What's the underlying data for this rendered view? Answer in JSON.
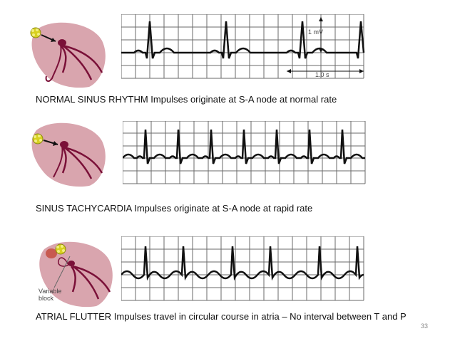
{
  "panels": [
    {
      "caption": "NORMAL SINUS RHYTHM  Impulses originate at S-A node at normal rate",
      "scale_amplitude": "1 mV",
      "scale_time": "1.0 s"
    },
    {
      "caption": "SINUS TACHYCARDIA Impulses originate at S-A node at rapid rate"
    },
    {
      "caption": "ATRIAL FLUTTER Impulses travel in circular course in atria – No interval between T and P",
      "heart_label_line1": "Variable",
      "heart_label_line2": "block"
    }
  ],
  "page_number": "33",
  "colors": {
    "heart_fill": "#d9a5ae",
    "conduction": "#7a1038",
    "node": "#d8d020",
    "grid": "#6a6a6a",
    "trace": "#111111"
  }
}
